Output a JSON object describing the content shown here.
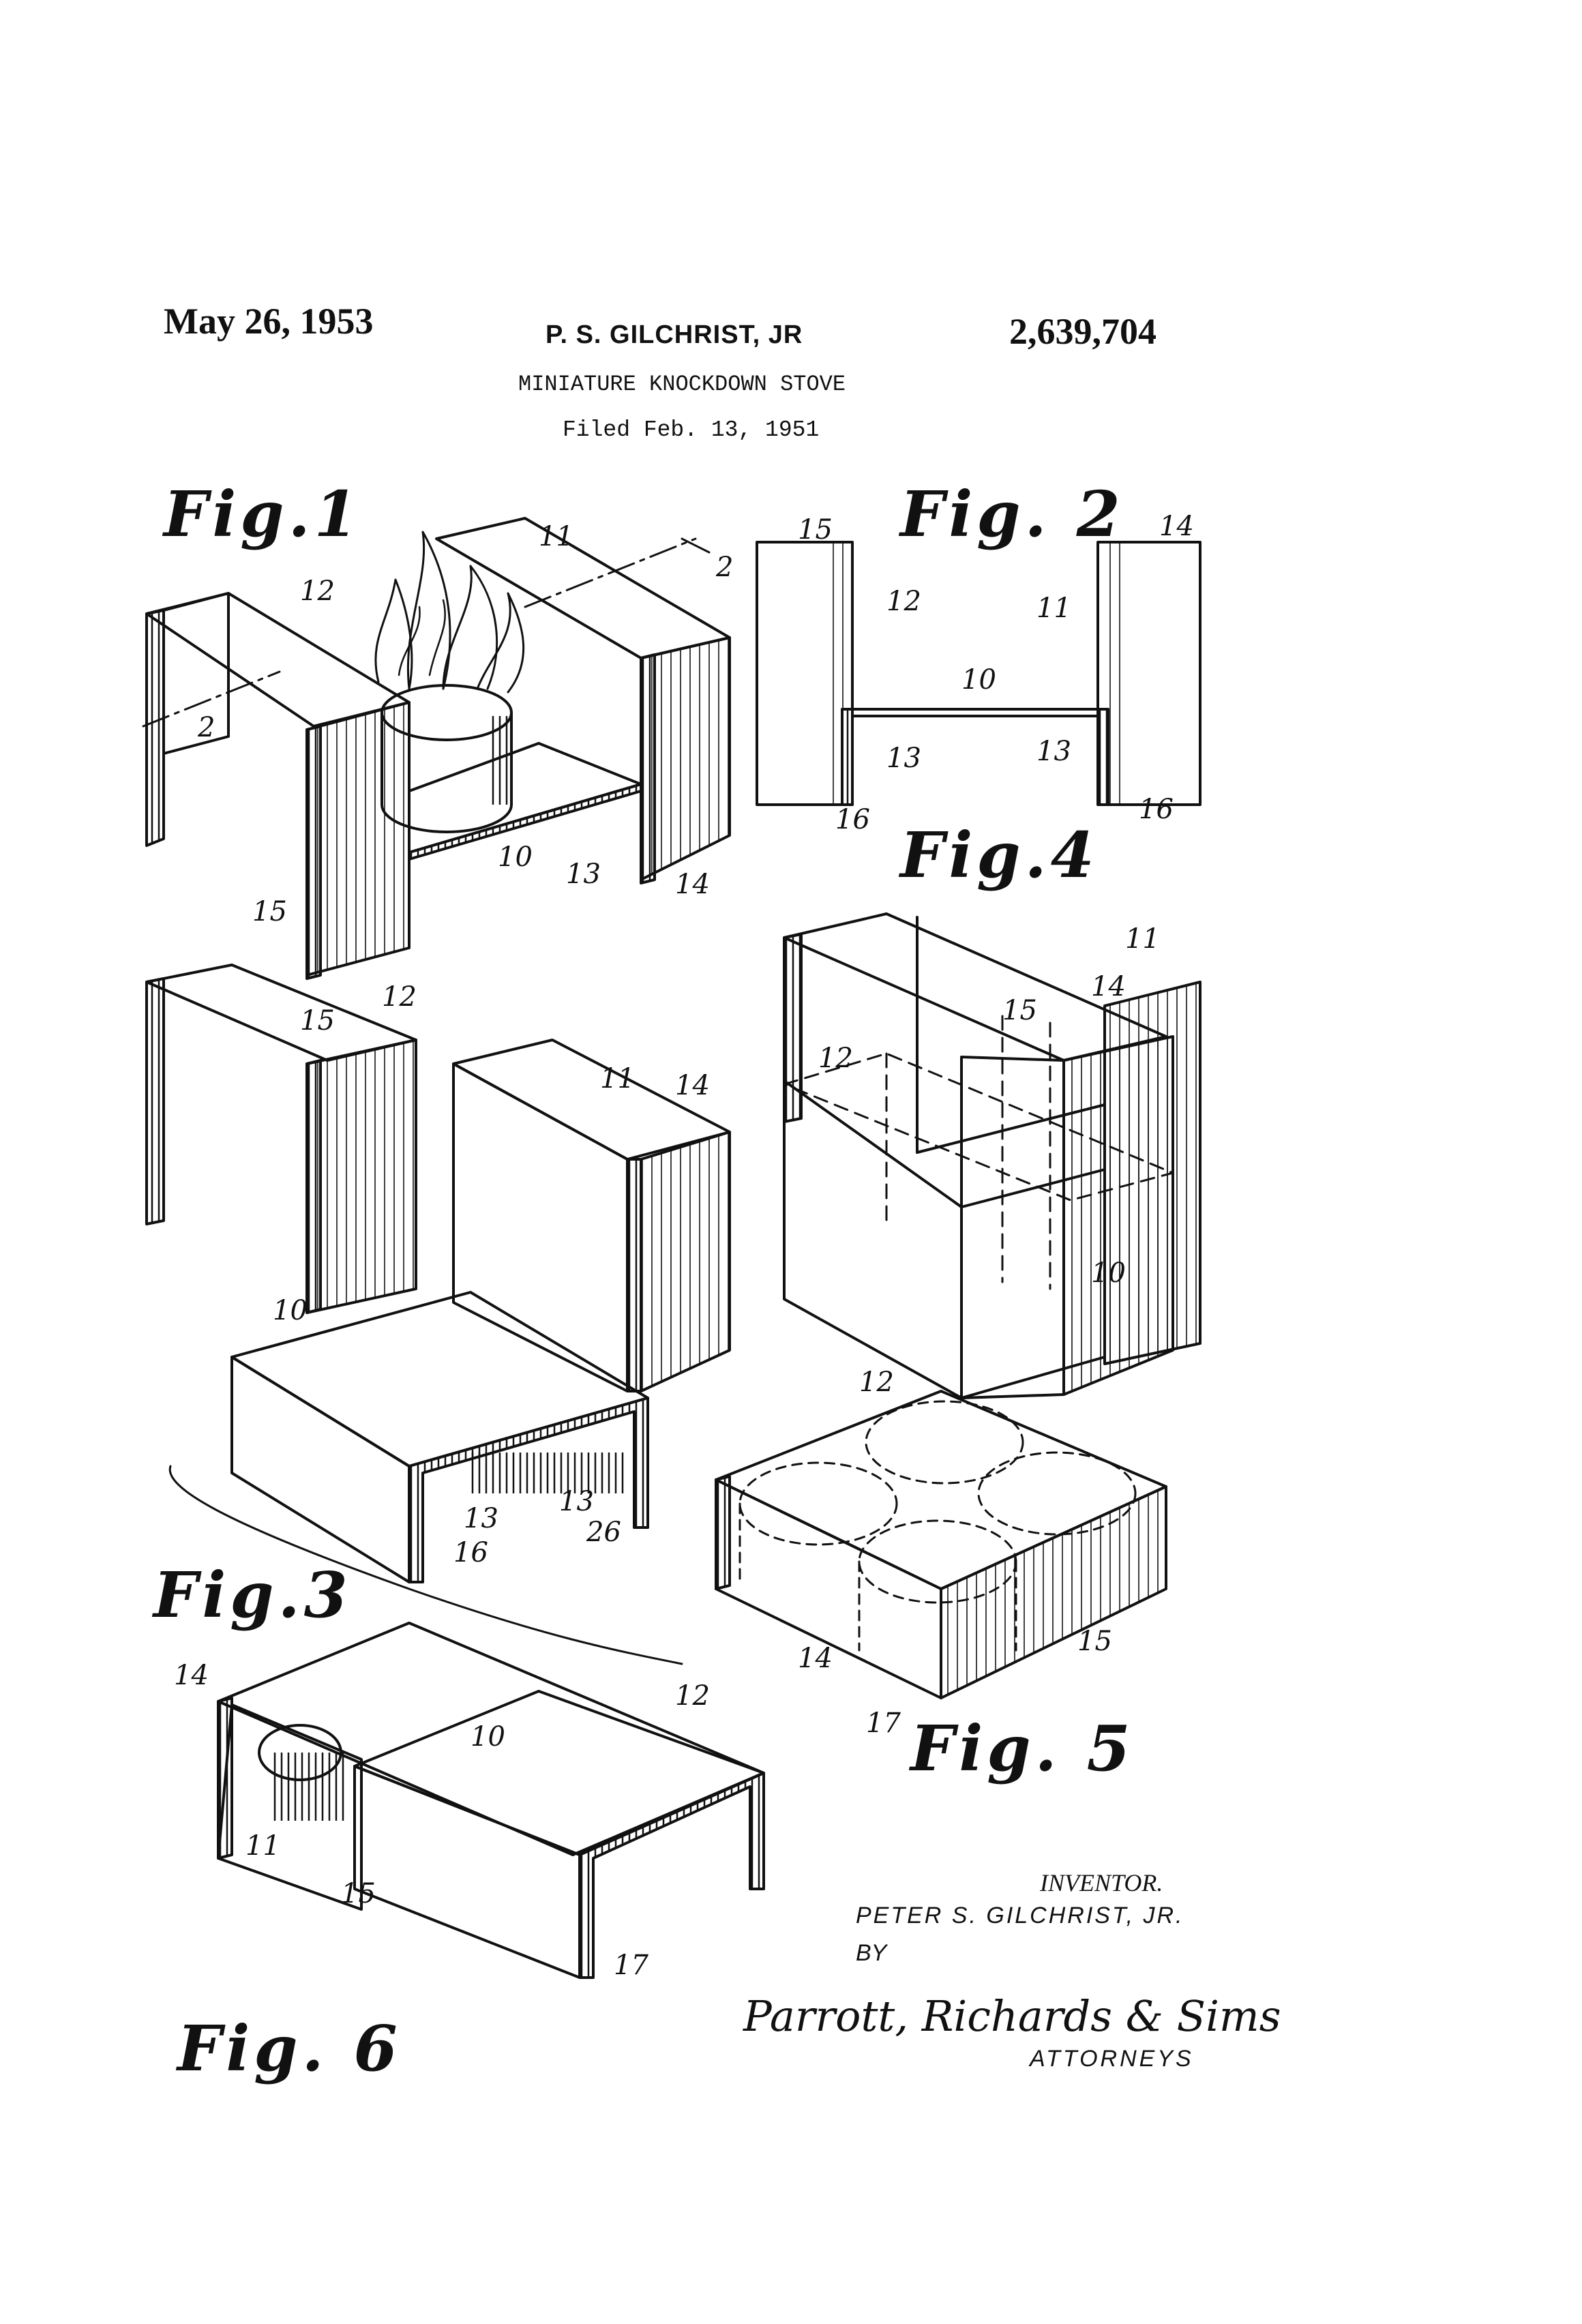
{
  "header": {
    "date": "May 26, 1953",
    "inventor": "P. S. GILCHRIST, JR",
    "patent_number": "2,639,704",
    "title": "MINIATURE KNOCKDOWN STOVE",
    "filed": "Filed Feb. 13, 1951"
  },
  "figures": {
    "fig1": {
      "label": "Fig.1",
      "refs": {
        "r11": "11",
        "r12": "12",
        "r2a": "2",
        "r2b": "2",
        "r10": "10",
        "r13": "13",
        "r14": "14",
        "r15": "15"
      }
    },
    "fig2": {
      "label": "Fig. 2",
      "refs": {
        "r15": "15",
        "r12": "12",
        "r14": "14",
        "r11": "11",
        "r10": "10",
        "r13a": "13",
        "r13b": "13",
        "r16a": "16",
        "r16b": "16"
      }
    },
    "fig3": {
      "label": "Fig.3",
      "refs": {
        "r12": "12",
        "r15": "15",
        "r11": "11",
        "r14": "14",
        "r10": "10",
        "r13a": "13",
        "r13b": "13",
        "r16a": "16",
        "r26": "26"
      }
    },
    "fig4": {
      "label": "Fig.4",
      "refs": {
        "r11": "11",
        "r12": "12",
        "r15": "15",
        "r14": "14",
        "r10": "10"
      }
    },
    "fig5": {
      "label": "Fig. 5",
      "refs": {
        "r12": "12",
        "r14": "14",
        "r15": "15",
        "r17": "17"
      }
    },
    "fig6": {
      "label": "Fig. 6",
      "refs": {
        "r14": "14",
        "r12": "12",
        "r10": "10",
        "r11": "11",
        "r15": "15",
        "r17": "17"
      }
    }
  },
  "signature": {
    "inventor_label": "INVENTOR.",
    "inventor_name": "PETER S. GILCHRIST, JR.",
    "by": "BY",
    "firm": "Parrott, Richards & Sims",
    "role": "ATTORNEYS"
  }
}
